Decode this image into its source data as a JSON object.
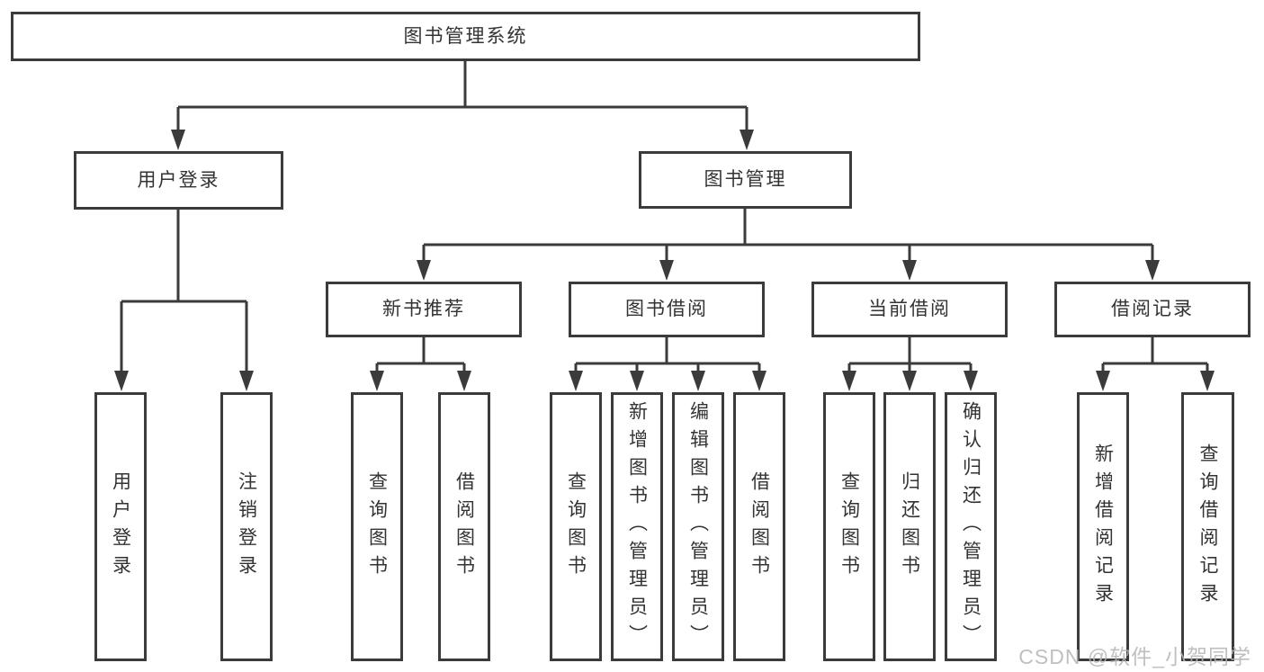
{
  "tree": {
    "root": "图书管理系统",
    "branches": [
      {
        "label": "用户登录",
        "children": [
          "用户登录",
          "注销登录"
        ]
      },
      {
        "label": "图书管理",
        "children": [
          {
            "label": "新书推荐",
            "children": [
              "查询图书",
              "借阅图书"
            ]
          },
          {
            "label": "图书借阅",
            "children": [
              "查询图书",
              "新增图书（管理员）",
              "编辑图书（管理员）",
              "借阅图书"
            ]
          },
          {
            "label": "当前借阅",
            "children": [
              "查询图书",
              "归还图书",
              "确认归还（管理员）"
            ]
          },
          {
            "label": "借阅记录",
            "children": [
              "新增借阅记录",
              "查询借阅记录"
            ]
          }
        ]
      }
    ]
  },
  "watermark": "CSDN @软件_小贺同学",
  "colors": {
    "line": "#3b3b3b",
    "text": "#333333",
    "watermark": "#b5b5b5"
  }
}
